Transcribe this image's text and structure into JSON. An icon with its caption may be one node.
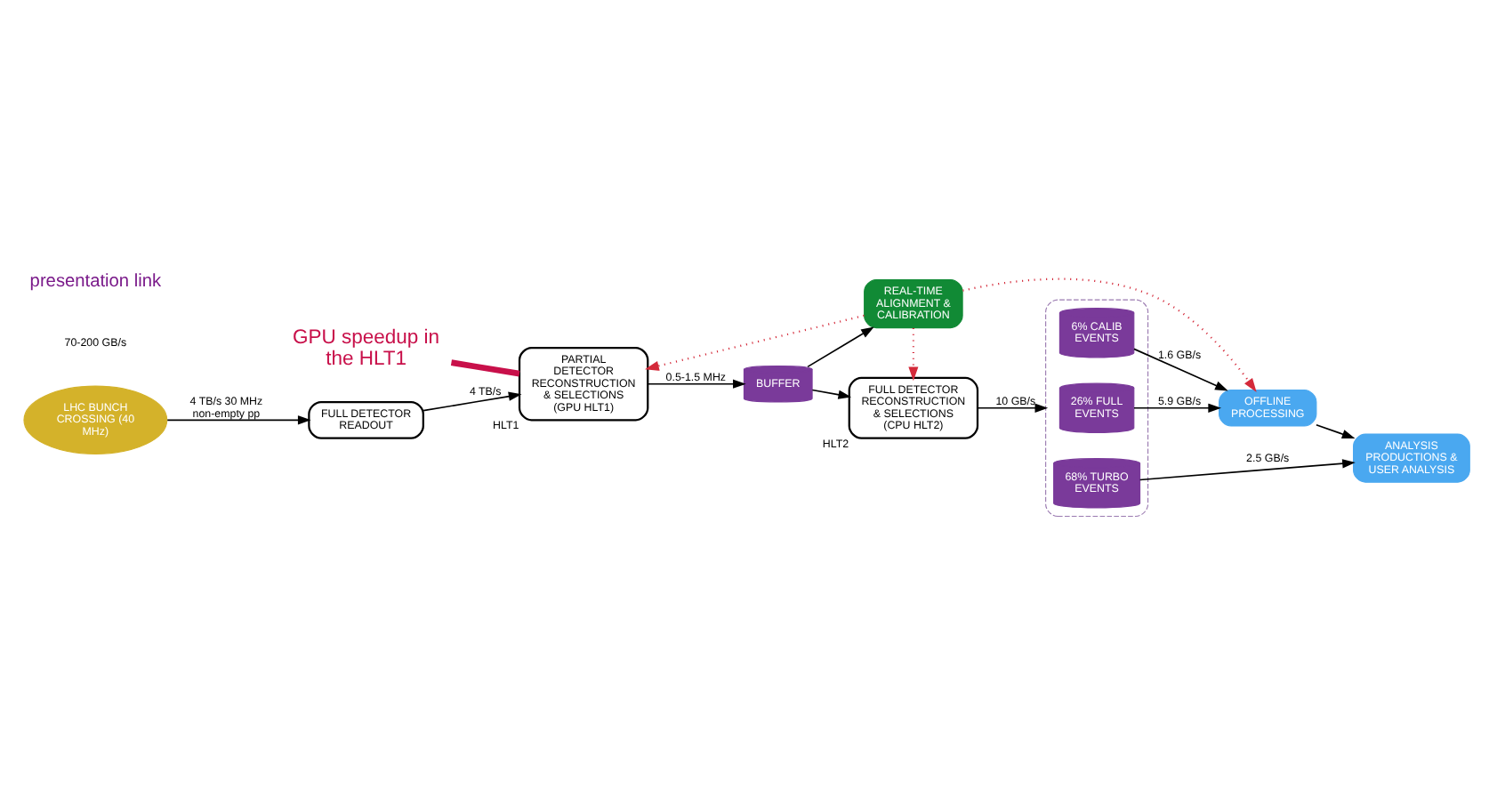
{
  "diagram": {
    "nodes": [
      {
        "text": [
          "GPU speedup in the HLT1"
        ]
      },
      {
        "text": [
          "LHC BUNCH CROSSING (40 MHz)"
        ]
      },
      {
        "text": [
          "REAL-TIME ALIGNMENT & CALIBRATION"
        ]
      },
      {
        "text": [
          "FULL DETECTOR READOUT"
        ]
      },
      {
        "text": [
          "PARTIAL DETECTOR RECONSTRUCTION & SELECTIONS (GPU HLT1)"
        ],
        "beside": [
          "HLT1"
        ]
      },
      {
        "text": [
          "BUFFER"
        ]
      },
      {
        "text": [
          "FULL DETECTOR RECONSTRUCTION & SELECTIONS (CPU HLT2)"
        ],
        "beside": [
          "HLT2"
        ]
      },
      {
        "text": [],
        "shape": "box"
      },
      {
        "text": [
          "6% CALIB EVENTS"
        ],
        "in": 7
      },
      {
        "text": [
          "26% FULL EVENTS"
        ],
        "in": 7
      },
      {
        "text": [
          "68% TURBO EVENTS"
        ],
        "in": 7
      },
      {
        "text": [
          "OFFLINE PROCESSING"
        ]
      },
      {
        "text": [
          "ANALYSIS PRODUCTIONS & USER ANALYSIS"
        ]
      }
    ],
    "edges": [
      {
        "from": 0,
        "to": 4,
        "arrow": "none",
        "style": "thick",
        "color": "#c8104a"
      },
      {
        "from": 1,
        "to": 3,
        "arrow": "to",
        "label": "4 TB/s 30 MHz non-empty pp"
      },
      {
        "from": 3,
        "to": 4,
        "arrow": "to",
        "label": "4 TB/s"
      },
      {
        "from": 4,
        "to": 5,
        "arrow": "to",
        "label": "0.5-1.5 MHz"
      },
      {
        "from": 5,
        "to": 2,
        "arrow": "to"
      },
      {
        "from": 5,
        "to": 6,
        "arrow": "to"
      },
      {
        "from": 2,
        "to": 4,
        "arrow": "to",
        "style": "dashed",
        "color": "#d42a3a"
      },
      {
        "from": 2,
        "to": 6,
        "arrow": "to",
        "style": "dashed",
        "color": "#d42a3a"
      },
      {
        "from": 2,
        "to": 11,
        "arrow": "to",
        "style": "dashed",
        "color": "#d42a3a"
      },
      {
        "from": 6,
        "to": 7,
        "arrow": "to",
        "label": "10 GB/s"
      },
      {
        "from": 8,
        "to": 11,
        "arrow": "to",
        "label": "1.6 GB/s"
      },
      {
        "from": 9,
        "to": 11,
        "arrow": "to",
        "label": "5.9 GB/s"
      },
      {
        "from": 10,
        "to": 12,
        "arrow": "to",
        "label": "2.5 GB/s"
      },
      {
        "from": 11,
        "to": 12,
        "arrow": "to"
      }
    ],
    "labels": [
      "70-200 GB/s",
      "presentation link"
    ]
  }
}
